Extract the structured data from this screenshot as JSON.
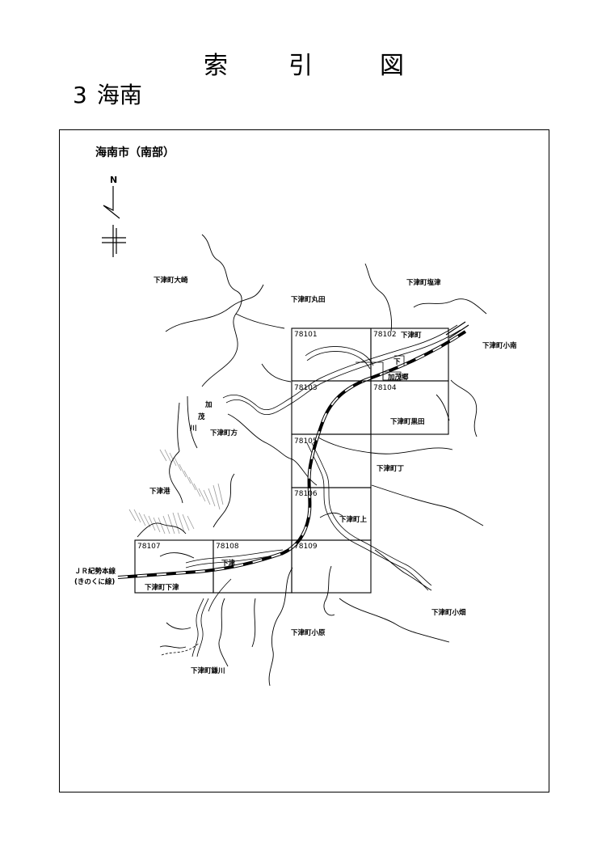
{
  "header": {
    "title_chars": [
      "索",
      "引",
      "図"
    ],
    "section_number": "3",
    "section_name": "海南"
  },
  "map": {
    "region_title": "海南市（南部）",
    "north_label": "N",
    "sheets": [
      "78101",
      "78102",
      "78103",
      "78104",
      "78105",
      "78106",
      "78107",
      "78108",
      "78109"
    ],
    "place_labels": {
      "oosaki": "下津町大崎",
      "maruta": "下津町丸田",
      "shiotsu": "下津町塩津",
      "kominami": "下津町小南",
      "shimotsu_town_top": "下津町",
      "shimo_char": "下",
      "kamogo": "加茂郷",
      "kuroda": "下津町黒田",
      "ka_char": "加",
      "mo_char": "茂",
      "kawa_char": "川",
      "kata": "下津町方",
      "yoro": "下津町丁",
      "shimotsu_port": "下津港",
      "kami": "下津町上",
      "shimotsu_small": "下津",
      "shimotsu_shimotsu": "下津町下津",
      "kobata": "下津町小畑",
      "obara": "下津町小原",
      "kamagawa": "下津町鎌川",
      "jr_line1": "ＪＲ紀勢本線",
      "jr_line2": "(きのくに線)"
    }
  }
}
